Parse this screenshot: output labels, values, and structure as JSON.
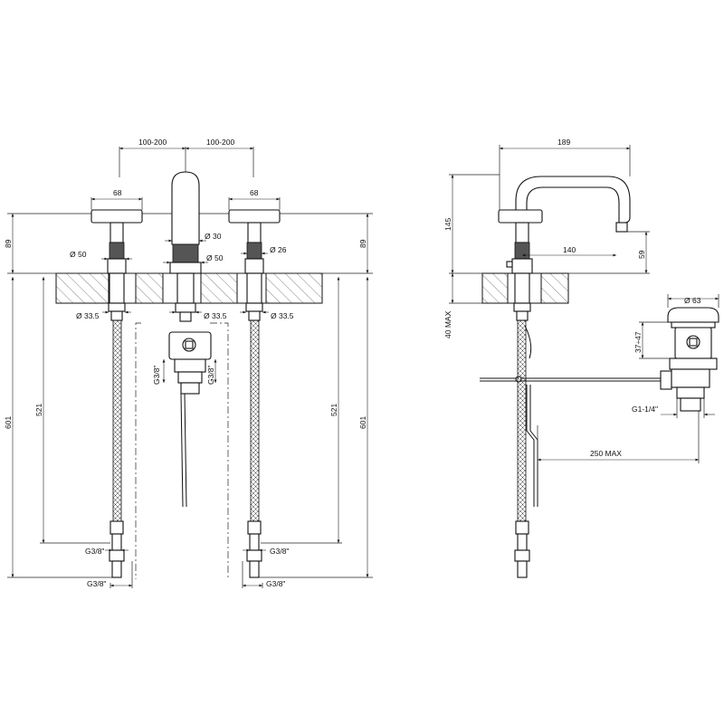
{
  "front_view": {
    "spacing_left": "100-200",
    "spacing_right": "100-200",
    "handle_left_width": "68",
    "handle_right_width": "68",
    "spout_diameter": "Ø 30",
    "spout_base_diameter": "Ø 50",
    "left_base_diameter": "Ø 50",
    "right_stem_diameter": "Ø 26",
    "left_height": "89",
    "right_height": "89",
    "left_shank": "Ø 33.5",
    "middle_shank": "Ø 33.5",
    "right_shank": "Ø 33.5",
    "drain_thread_left": "G3/8\"",
    "drain_thread_right": "G3/8\"",
    "left_inner_length": "521",
    "right_inner_length": "521",
    "left_total_length": "601",
    "right_total_length": "601",
    "left_hose_thread_upper": "G3/8\"",
    "left_hose_thread_lower": "G3/8\"",
    "right_hose_thread_upper": "G3/8\"",
    "right_hose_thread_lower": "G3/8\""
  },
  "side_view": {
    "reach": "189",
    "height": "145",
    "spout_projection": "140",
    "spout_clearance": "59",
    "deck_thickness": "40 MAX",
    "rod_length": "250 MAX"
  },
  "drain_detail": {
    "cap_diameter": "Ø 63",
    "height_range": "37÷47",
    "thread": "G1-1/4\""
  }
}
